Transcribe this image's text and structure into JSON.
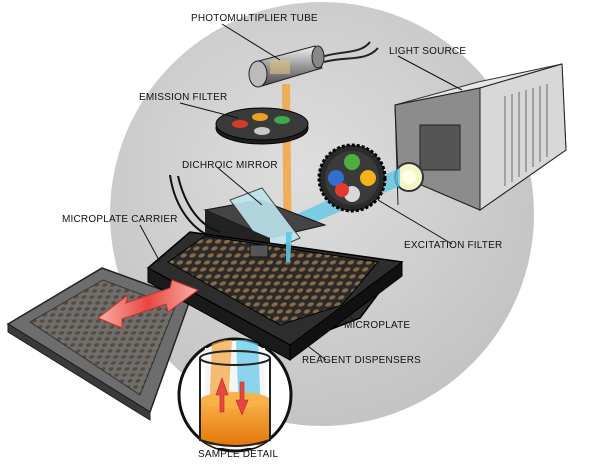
{
  "labels": {
    "photomultiplier_tube": "PHOTOMULTIPLIER TUBE",
    "light_source": "LIGHT SOURCE",
    "emission_filter": "EMISSION FILTER",
    "dichroic_mirror": "DICHROIC MIRROR",
    "microplate_carrier": "MICROPLATE CARRIER",
    "excitation_filter": "EXCITATION FILTER",
    "microplate": "MICROPLATE",
    "reagent_dispensers": "REAGENT DISPENSERS",
    "sample_detail": "SAMPLE DETAIL"
  },
  "colors": {
    "background_disc": "#d4d4d4",
    "excitation_beam": "#5cc6e8",
    "emission_beam": "#f3a23a",
    "carrier_arrow": "#e8473f",
    "liquid": "#f08a1a"
  }
}
